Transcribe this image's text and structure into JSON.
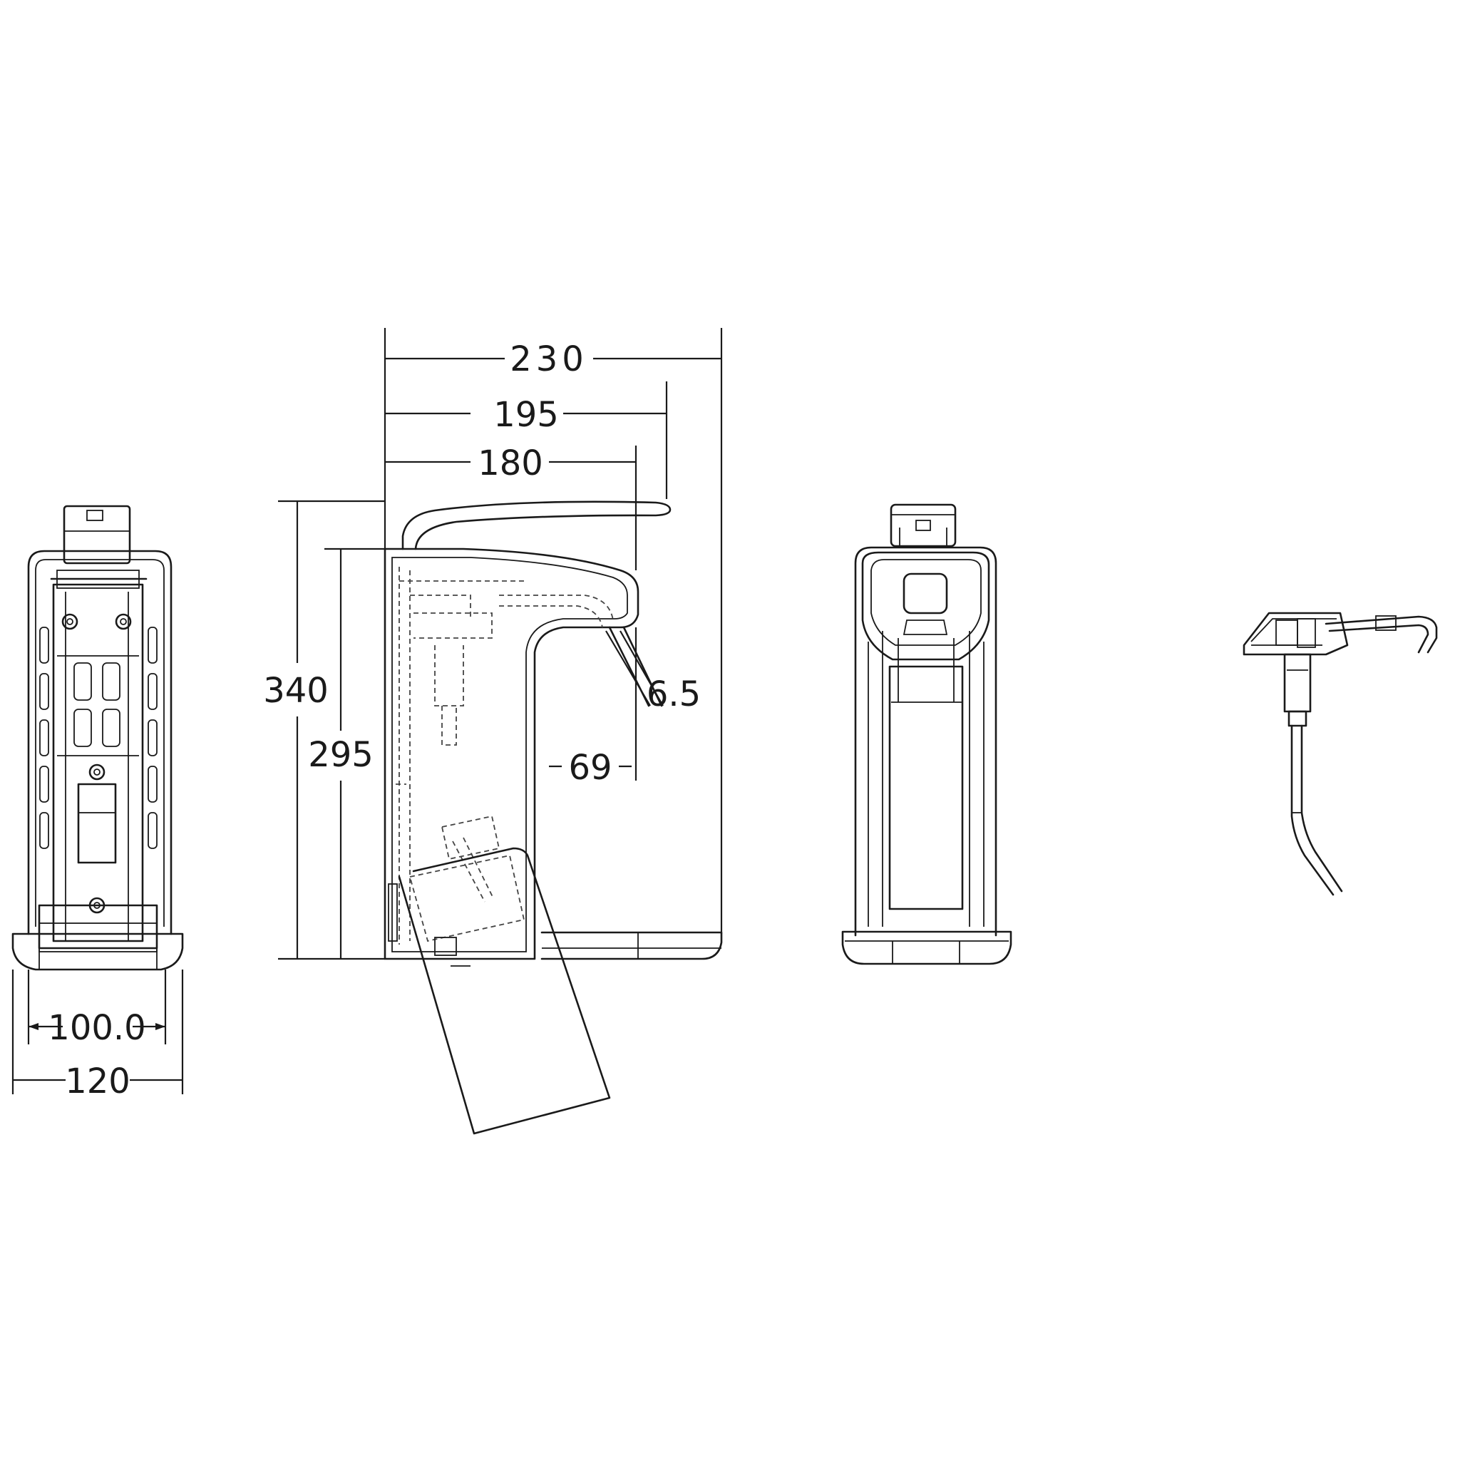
{
  "dimensions": {
    "overall_depth": "230",
    "lever_depth": "195",
    "body_depth": "180",
    "total_height": "340",
    "body_height": "295",
    "lever_diameter": "6.5",
    "lever_clearance": "69",
    "mount_width": "100.0",
    "overall_width": "120"
  }
}
